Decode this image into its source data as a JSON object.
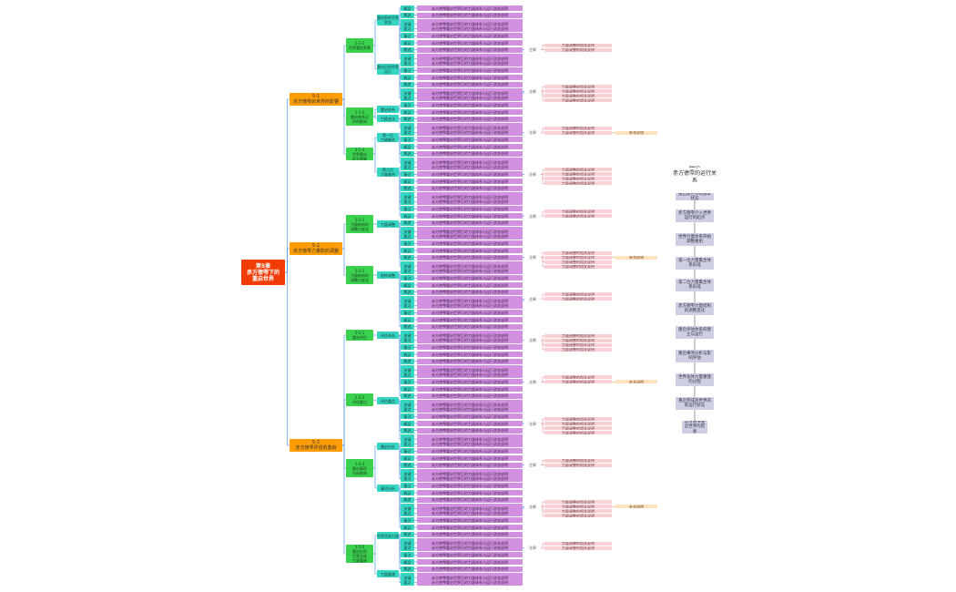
{
  "root": {
    "label": "第5章\n赤方徳雫下的\n重启世界"
  },
  "sections": [
    {
      "label": "5-1\n赤方徳雫启世界的影響"
    },
    {
      "label": "5-2\n赤方徳雫力量影的调整"
    },
    {
      "label": "5-3\n赤方徳雫评估的重启"
    }
  ],
  "subsections": [
    {
      "label": "5-1-1\n世界重启背景"
    },
    {
      "label": "5-1-2\n重启体系运\n作的影响"
    },
    {
      "label": "5-1-3\n世界重启\n的力量集"
    },
    {
      "label": "5-2-1\n力量结构的\n调整与变化"
    },
    {
      "label": "5-2-2\n力量结构的\n调整与变化"
    },
    {
      "label": "5-3-1\n重启评估"
    },
    {
      "label": "5-3-2\n评估重点"
    },
    {
      "label": "5-3-3\n重启事项\n分析影响"
    },
    {
      "label": "5-3-4\n重启后的\n世界总体\n力量重建"
    }
  ],
  "topics": [
    {
      "label": "重启前的世界状态"
    },
    {
      "label": "重启后的世界运行"
    },
    {
      "label": "重启体系"
    },
    {
      "label": "力量变化"
    },
    {
      "label": "第一位\n力量集合"
    },
    {
      "label": "第二位\n力量集合"
    },
    {
      "label": "力量调整"
    },
    {
      "label": "结构调整"
    },
    {
      "label": "评估体系"
    },
    {
      "label": "评估重点"
    },
    {
      "label": "重启分析"
    },
    {
      "label": "事项分析"
    },
    {
      "label": "世界总体力量"
    },
    {
      "label": "力量重建"
    }
  ],
  "tags": [
    {
      "label": "概念"
    },
    {
      "label": "概述"
    },
    {
      "label": "关键"
    },
    {
      "label": "要点"
    },
    {
      "label": "备注"
    }
  ],
  "leaf_text": "赤方徳雫重启世界后的力量体系与运行状态说明",
  "note_tag": "注释",
  "pink_text": "力量调整的相关说明",
  "orange_text": "补充说明",
  "flow_chart": {
    "title": "图示\n赤方徳雫的运行关系",
    "steps": [
      "重启前世界的基本状态",
      "赤方徳雫介入世界运行的起点",
      "世界力量体系开始调整重组",
      "第一位力量集合体系形成",
      "第二位力量集合体系形成",
      "赤方徳雫力量结构的调整变化",
      "重启评估体系的建立与运行",
      "重启事项分析与影响评估",
      "世界总体力量重建的过程",
      "重启完成后世界的新运行状态",
      "赤方徳雫重启世界的结果"
    ]
  },
  "colors": {
    "root": "#f23c06",
    "section": "#ff9d05",
    "subsection": "#3ad14f",
    "topic": "#34d6c1",
    "leaf": "#d190e0",
    "note": "#fbd1d6",
    "highlight": "#fde2bd",
    "flow_step": "#cfcfe3",
    "line": "#3b8de0"
  }
}
